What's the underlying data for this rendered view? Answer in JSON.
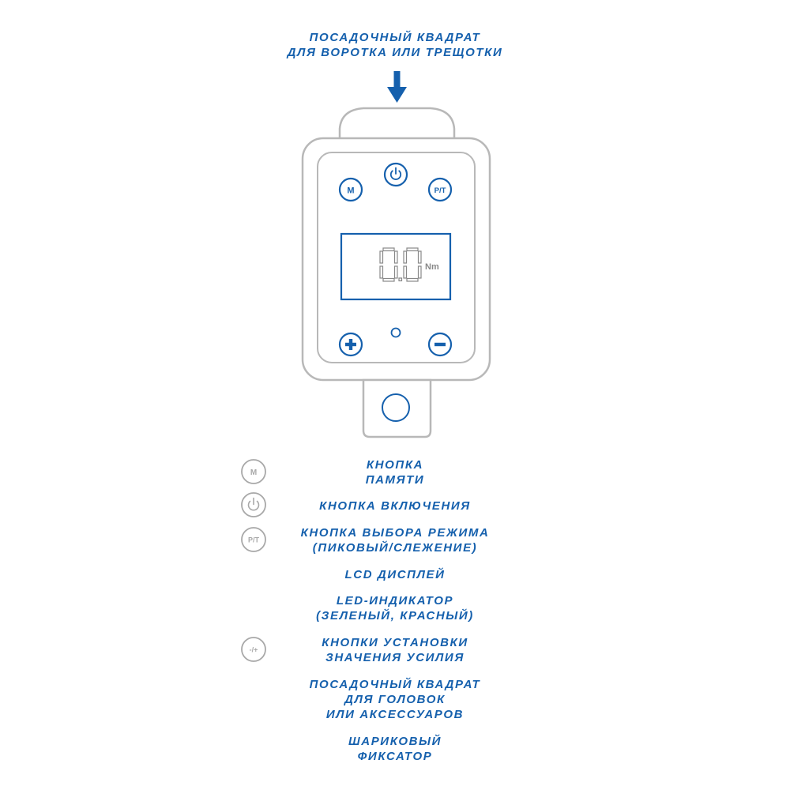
{
  "top_label": "ПОСАДОЧНЫЙ КВАДРАТ\nДЛЯ ВОРОТКА ИЛИ ТРЕЩОТКИ",
  "device": {
    "display": {
      "value": "0.0",
      "unit": "Nm"
    },
    "buttons": {
      "memory": "M",
      "power": "power-icon",
      "mode": "P/T",
      "plus": "plus-icon",
      "minus": "minus-icon"
    }
  },
  "legend": [
    {
      "icon": "M",
      "label": "КНОПКА\nПАМЯТИ"
    },
    {
      "icon": "power-icon",
      "label": "КНОПКА ВКЛЮЧЕНИЯ"
    },
    {
      "icon": "P/T",
      "label": "КНОПКА ВЫБОРА РЕЖИМА\n(ПИКОВЫЙ/СЛЕЖЕНИЕ)"
    },
    {
      "icon": "",
      "label": "LCD ДИСПЛЕЙ"
    },
    {
      "icon": "",
      "label": "LED-ИНДИКАТОР\n(ЗЕЛЕНЫЙ, КРАСНЫЙ)"
    },
    {
      "icon": "-/+",
      "label": "КНОПКИ УСТАНОВКИ\nЗНАЧЕНИЯ УСИЛИЯ"
    },
    {
      "icon": "",
      "label": "ПОСАДОЧНЫЙ КВАДРАТ\nДЛЯ ГОЛОВОК\nИЛИ АКСЕССУАРОВ"
    },
    {
      "icon": "",
      "label": "ШАРИКОВЫЙ\nФИКСАТОР"
    }
  ],
  "colors": {
    "accent": "#1560ad",
    "outline": "#b8b8b8",
    "icon_gray": "#a8a8a8"
  }
}
